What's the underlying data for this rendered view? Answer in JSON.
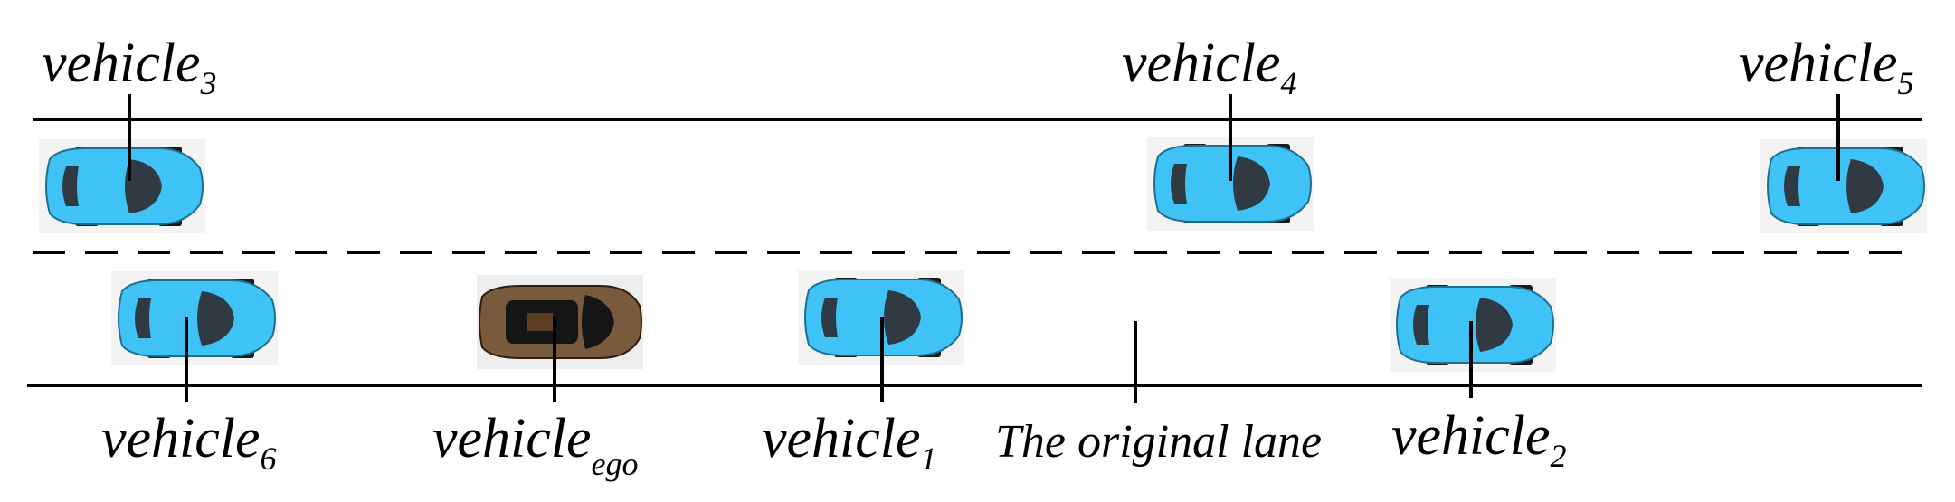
{
  "vehicles": [
    {
      "id": "vehicle3",
      "name": "vehicle",
      "sub": "3",
      "color": "#3fc2f5",
      "lane": "upper",
      "label_position": "top"
    },
    {
      "id": "vehicle4",
      "name": "vehicle",
      "sub": "4",
      "color": "#3fc2f5",
      "lane": "upper",
      "label_position": "top"
    },
    {
      "id": "vehicle5",
      "name": "vehicle",
      "sub": "5",
      "color": "#3fc2f5",
      "lane": "upper",
      "label_position": "top"
    },
    {
      "id": "vehicle6",
      "name": "vehicle",
      "sub": "6",
      "color": "#3fc2f5",
      "lane": "lower",
      "label_position": "bottom"
    },
    {
      "id": "vehicle_ego",
      "name": "vehicle",
      "sub": "ego",
      "color": "#7a5a3c",
      "lane": "lower",
      "label_position": "bottom"
    },
    {
      "id": "vehicle1",
      "name": "vehicle",
      "sub": "1",
      "color": "#3fc2f5",
      "lane": "lower",
      "label_position": "bottom"
    },
    {
      "id": "vehicle2",
      "name": "vehicle",
      "sub": "2",
      "color": "#3fc2f5",
      "lane": "lower",
      "label_position": "bottom"
    }
  ],
  "lane_label": "The original lane",
  "lane_marking": "dashed"
}
